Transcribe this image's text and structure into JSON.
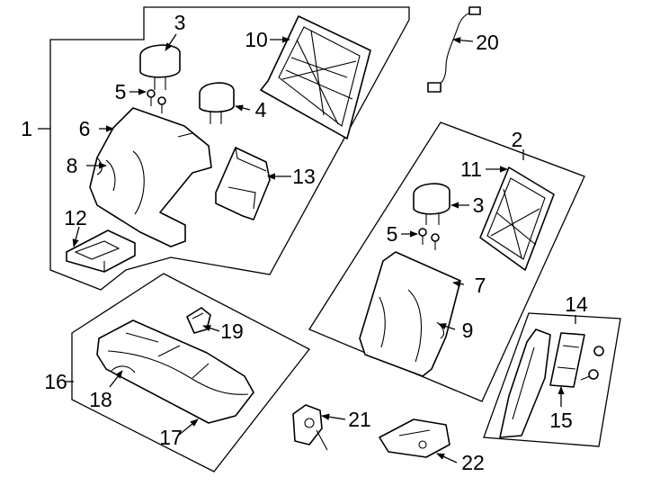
{
  "callouts": {
    "c1": "1",
    "c2": "2",
    "c3a": "3",
    "c3b": "3",
    "c4": "4",
    "c5a": "5",
    "c5b": "5",
    "c6": "6",
    "c7": "7",
    "c8": "8",
    "c9": "9",
    "c10": "10",
    "c11": "11",
    "c12": "12",
    "c13": "13",
    "c14": "14",
    "c15": "15",
    "c16": "16",
    "c17": "17",
    "c18": "18",
    "c19": "19",
    "c20": "20",
    "c21": "21",
    "c22": "22"
  }
}
